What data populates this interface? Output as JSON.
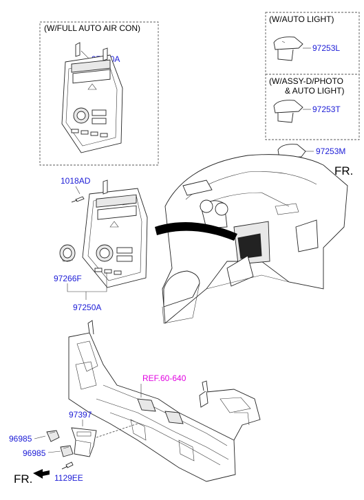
{
  "boxes": {
    "full_auto": {
      "title": "(W/FULL AUTO AIR CON)",
      "part": "97250A"
    },
    "auto_light": {
      "title": "(W/AUTO LIGHT)",
      "part": "97253L"
    },
    "photo_light": {
      "title_line1": "(W/ASSY-D/PHOTO",
      "title_line2": "& AUTO LIGHT)",
      "part": "97253T"
    }
  },
  "labels": {
    "sensor_main": "97253M",
    "fr_top": "FR.",
    "bolt_top": "1018AD",
    "knob": "97266F",
    "heater_control": "97250A",
    "ref": "REF.60-640",
    "bracket": "97397",
    "sensor_a": "96985",
    "sensor_b": "96985",
    "bolt_bottom": "1129EE",
    "fr_bottom": "FR."
  },
  "colors": {
    "part_label": "#1a1ad6",
    "ref_label": "#e100e1",
    "text": "#000000"
  }
}
